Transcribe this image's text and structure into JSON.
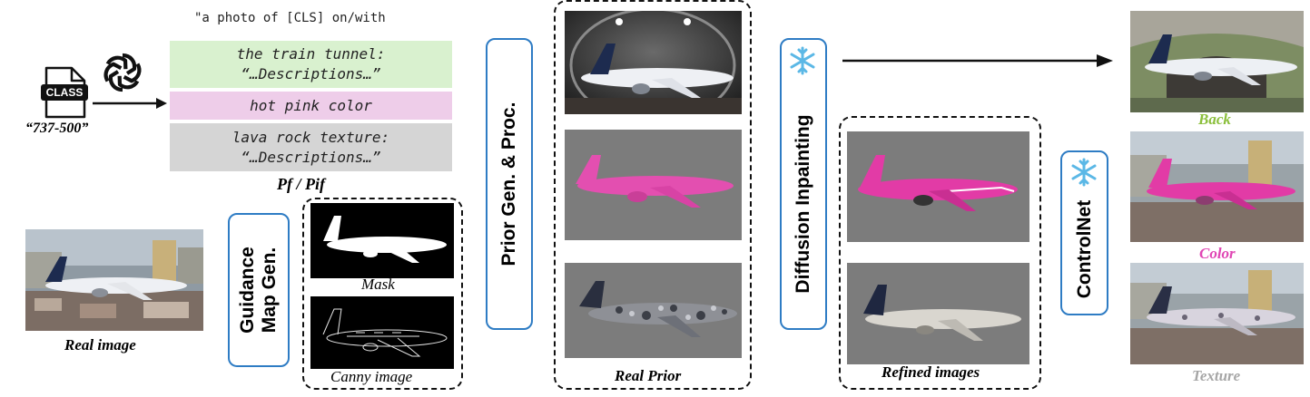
{
  "prompt": {
    "template": "\"a photo of [CLS] on/with",
    "prompts": [
      {
        "line1": "the train tunnel:",
        "line2": "“…Descriptions…”",
        "color": "#d9f1cf"
      },
      {
        "line1": "hot pink color",
        "line2": "",
        "color": "#eecde9"
      },
      {
        "line1": "lava rock texture:",
        "line2": "“…Descriptions…”",
        "color": "#d5d5d5"
      }
    ],
    "prompt_symbol": "Pf / Pif"
  },
  "input": {
    "class_file_label": "CLASS",
    "class_name": "“737-500”",
    "real_image_label": "Real image"
  },
  "stages": {
    "guidance_line1": "Guidance",
    "guidance_line2": "Map Gen.",
    "prior_gen": "Prior Gen. & Proc.",
    "diffusion": "Diffusion Inpainting",
    "controlnet": "ControlNet"
  },
  "captions": {
    "mask": "Mask",
    "canny": "Canny image",
    "real_prior": "Real Prior",
    "refined": "Refined images",
    "back": "Back",
    "color": "Color",
    "texture": "Texture"
  },
  "caption_colors": {
    "back": "#8bbf3c",
    "color": "#e046b4",
    "texture": "#a6a6a6"
  },
  "icons": [
    "openai-logo-icon",
    "class-file-icon",
    "snowflake-icon",
    "right-arrow-icon"
  ]
}
